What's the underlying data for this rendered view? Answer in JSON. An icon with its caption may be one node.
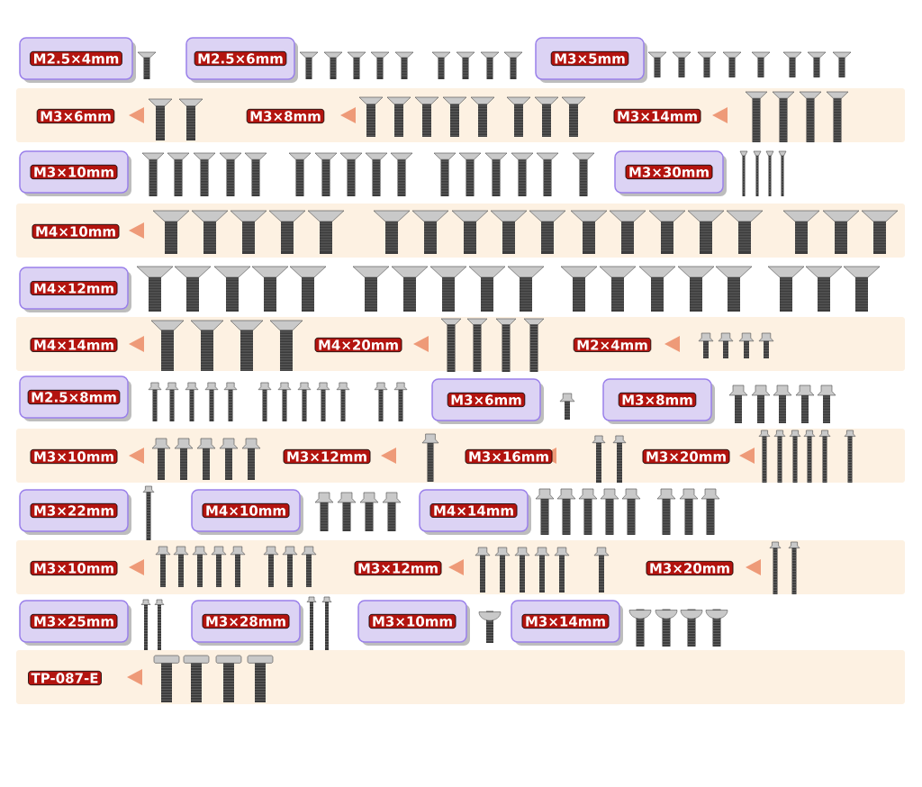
{
  "diagram": {
    "nodes": [
      {
        "text": [
          "M2.5×4mm"
        ]
      },
      {
        "text": [
          "M2.5×6mm"
        ]
      },
      {
        "text": [
          "M3×5mm"
        ]
      },
      {
        "text": [
          "M3×6mm",
          "M3×8mm",
          "M3×14mm"
        ]
      },
      {
        "text": [
          "M3×10mm"
        ]
      },
      {
        "text": [
          "M3×30mm"
        ]
      },
      {
        "text": [
          "M4×10mm"
        ]
      },
      {
        "text": [
          "M4×12mm"
        ]
      },
      {
        "text": [
          "M4×14mm",
          "M4×20mm",
          "M2×4mm"
        ]
      },
      {
        "text": [
          "M2.5×8mm"
        ]
      },
      {
        "text": [
          "M3×6mm"
        ]
      },
      {
        "text": [
          "M3×8mm"
        ]
      },
      {
        "text": [
          "M3×10mm",
          "M3×12mm",
          "M3×16mm",
          "M3×20mm"
        ]
      },
      {
        "text": [
          "M3×22mm"
        ]
      },
      {
        "text": [
          "M4×10mm"
        ]
      },
      {
        "text": [
          "M4×14mm"
        ]
      },
      {
        "text": [
          "M3×10mm",
          "M3×12mm",
          "M3×20mm"
        ]
      },
      {
        "text": [
          "M3×25mm"
        ]
      },
      {
        "text": [
          "M3×28mm"
        ]
      },
      {
        "text": [
          "M3×10mm"
        ]
      },
      {
        "text": [
          "M3×14mm"
        ]
      },
      {
        "text": [
          "TP-087-E"
        ]
      }
    ]
  }
}
